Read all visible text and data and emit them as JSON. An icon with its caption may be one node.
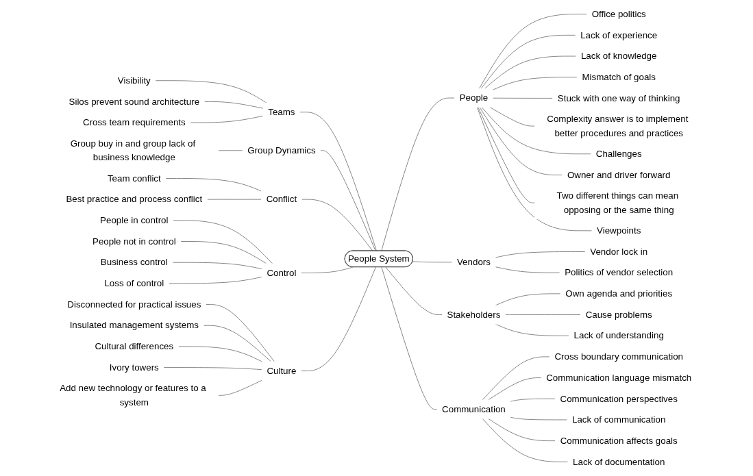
{
  "diagram": {
    "nodes": [
      {
        "text": [
          "People System"
        ]
      },
      {
        "text": [
          "Teams"
        ]
      },
      {
        "text": [
          "Visibility"
        ]
      },
      {
        "text": [
          "Silos prevent sound architecture"
        ]
      },
      {
        "text": [
          "Cross team requirements"
        ]
      },
      {
        "text": [
          "Group Dynamics"
        ]
      },
      {
        "text": [
          "Group buy in and group lack of business knowledge"
        ]
      },
      {
        "text": [
          "Conflict"
        ]
      },
      {
        "text": [
          "Team conflict"
        ]
      },
      {
        "text": [
          "Best practice and process conflict"
        ]
      },
      {
        "text": [
          "Control"
        ]
      },
      {
        "text": [
          "People in control"
        ]
      },
      {
        "text": [
          "People not in control"
        ]
      },
      {
        "text": [
          "Business control"
        ]
      },
      {
        "text": [
          "Loss of control"
        ]
      },
      {
        "text": [
          "Culture"
        ]
      },
      {
        "text": [
          "Disconnected for practical issues"
        ]
      },
      {
        "text": [
          "Insulated management systems"
        ]
      },
      {
        "text": [
          "Cultural differences"
        ]
      },
      {
        "text": [
          "Ivory towers"
        ]
      },
      {
        "text": [
          "Add new technology or features to a system"
        ]
      },
      {
        "text": [
          "People"
        ]
      },
      {
        "text": [
          "Office politics"
        ]
      },
      {
        "text": [
          "Lack of experience"
        ]
      },
      {
        "text": [
          "Lack of knowledge"
        ]
      },
      {
        "text": [
          "Mismatch of goals"
        ]
      },
      {
        "text": [
          "Stuck with one way of thinking"
        ]
      },
      {
        "text": [
          "Complexity answer is to implement better procedures and practices"
        ]
      },
      {
        "text": [
          "Challenges"
        ]
      },
      {
        "text": [
          "Owner and driver forward"
        ]
      },
      {
        "text": [
          "Two different things can mean opposing or the same thing"
        ]
      },
      {
        "text": [
          "Viewpoints"
        ]
      },
      {
        "text": [
          "Vendors"
        ]
      },
      {
        "text": [
          "Vendor lock in"
        ]
      },
      {
        "text": [
          "Politics of vendor selection"
        ]
      },
      {
        "text": [
          "Stakeholders"
        ]
      },
      {
        "text": [
          "Own agenda and priorities"
        ]
      },
      {
        "text": [
          "Cause problems"
        ]
      },
      {
        "text": [
          "Lack of understanding"
        ]
      },
      {
        "text": [
          "Communication"
        ]
      },
      {
        "text": [
          "Cross boundary communication"
        ]
      },
      {
        "text": [
          "Communication language mismatch"
        ]
      },
      {
        "text": [
          "Communication perspectives"
        ]
      },
      {
        "text": [
          "Lack of communication"
        ]
      },
      {
        "text": [
          "Communication affects goals"
        ]
      },
      {
        "text": [
          "Lack of documentation"
        ]
      }
    ],
    "edges": [
      {
        "from": 2,
        "to": 1,
        "arrow": "none"
      },
      {
        "from": 3,
        "to": 1,
        "arrow": "none"
      },
      {
        "from": 4,
        "to": 1,
        "arrow": "none"
      },
      {
        "from": 1,
        "to": 0,
        "arrow": "none"
      },
      {
        "from": 6,
        "to": 5,
        "arrow": "none"
      },
      {
        "from": 5,
        "to": 0,
        "arrow": "none"
      },
      {
        "from": 8,
        "to": 7,
        "arrow": "none"
      },
      {
        "from": 9,
        "to": 7,
        "arrow": "none"
      },
      {
        "from": 7,
        "to": 0,
        "arrow": "none"
      },
      {
        "from": 11,
        "to": 10,
        "arrow": "none"
      },
      {
        "from": 12,
        "to": 10,
        "arrow": "none"
      },
      {
        "from": 13,
        "to": 10,
        "arrow": "none"
      },
      {
        "from": 14,
        "to": 10,
        "arrow": "none"
      },
      {
        "from": 10,
        "to": 0,
        "arrow": "none"
      },
      {
        "from": 16,
        "to": 15,
        "arrow": "none"
      },
      {
        "from": 17,
        "to": 15,
        "arrow": "none"
      },
      {
        "from": 18,
        "to": 15,
        "arrow": "none"
      },
      {
        "from": 19,
        "to": 15,
        "arrow": "none"
      },
      {
        "from": 20,
        "to": 15,
        "arrow": "none"
      },
      {
        "from": 15,
        "to": 0,
        "arrow": "none"
      },
      {
        "from": 0,
        "to": 21,
        "arrow": "none"
      },
      {
        "from": 21,
        "to": 22,
        "arrow": "none"
      },
      {
        "from": 21,
        "to": 23,
        "arrow": "none"
      },
      {
        "from": 21,
        "to": 24,
        "arrow": "none"
      },
      {
        "from": 21,
        "to": 25,
        "arrow": "none"
      },
      {
        "from": 21,
        "to": 26,
        "arrow": "none"
      },
      {
        "from": 21,
        "to": 27,
        "arrow": "none"
      },
      {
        "from": 21,
        "to": 28,
        "arrow": "none"
      },
      {
        "from": 21,
        "to": 29,
        "arrow": "none"
      },
      {
        "from": 21,
        "to": 30,
        "arrow": "none"
      },
      {
        "from": 21,
        "to": 31,
        "arrow": "none"
      },
      {
        "from": 0,
        "to": 32,
        "arrow": "none"
      },
      {
        "from": 32,
        "to": 33,
        "arrow": "none"
      },
      {
        "from": 32,
        "to": 34,
        "arrow": "none"
      },
      {
        "from": 0,
        "to": 35,
        "arrow": "none"
      },
      {
        "from": 35,
        "to": 36,
        "arrow": "none"
      },
      {
        "from": 35,
        "to": 37,
        "arrow": "none"
      },
      {
        "from": 35,
        "to": 38,
        "arrow": "none"
      },
      {
        "from": 0,
        "to": 39,
        "arrow": "none"
      },
      {
        "from": 39,
        "to": 40,
        "arrow": "none"
      },
      {
        "from": 39,
        "to": 41,
        "arrow": "none"
      },
      {
        "from": 39,
        "to": 42,
        "arrow": "none"
      },
      {
        "from": 39,
        "to": 43,
        "arrow": "none"
      },
      {
        "from": 39,
        "to": 44,
        "arrow": "none"
      },
      {
        "from": 39,
        "to": 45,
        "arrow": "none"
      }
    ]
  }
}
